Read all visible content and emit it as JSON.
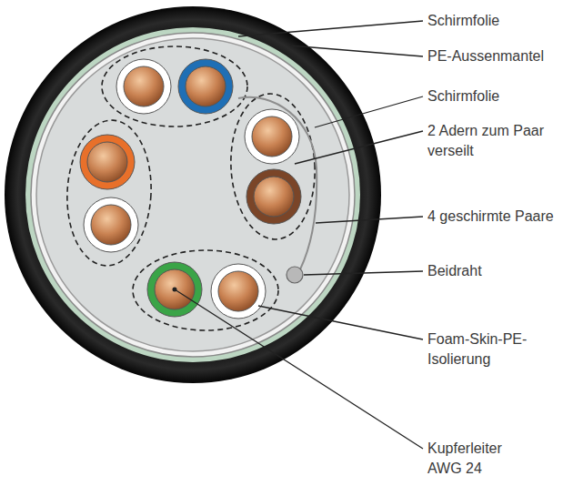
{
  "diagram": {
    "labels": [
      "Schirmfolie",
      "PE-Aussenmantel",
      "Schirmfolie",
      "2 Adern zum Paar verseilt",
      "4 geschirmte Paare",
      "Beidraht",
      "Foam-Skin-PE-Isolierung",
      "Kupferleiter AWG 24"
    ]
  }
}
